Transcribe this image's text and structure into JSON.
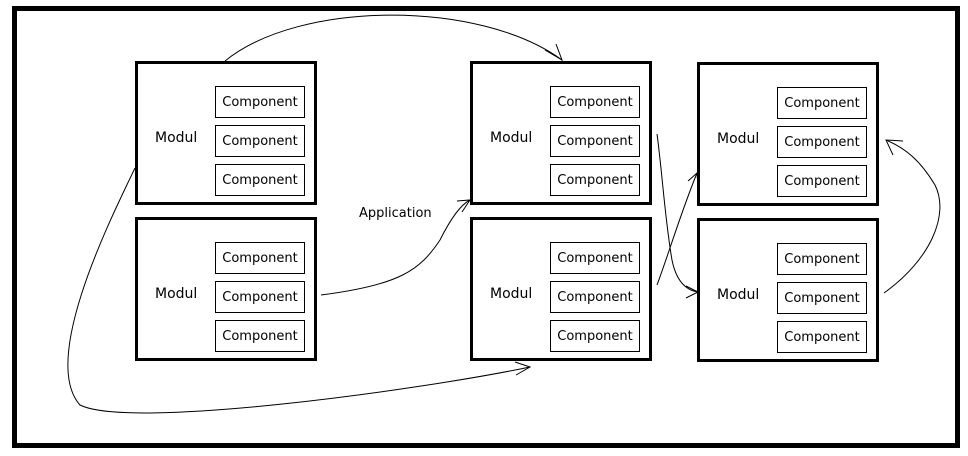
{
  "diagram": {
    "application_label": "Application",
    "modules": [
      {
        "id": "m1",
        "label": "Modul",
        "components": [
          "Component",
          "Component",
          "Component"
        ]
      },
      {
        "id": "m2",
        "label": "Modul",
        "components": [
          "Component",
          "Component",
          "Component"
        ]
      },
      {
        "id": "m3",
        "label": "Modul",
        "components": [
          "Component",
          "Component",
          "Component"
        ]
      },
      {
        "id": "m4",
        "label": "Modul",
        "components": [
          "Component",
          "Component",
          "Component"
        ]
      },
      {
        "id": "m5",
        "label": "Modul",
        "components": [
          "Component",
          "Component",
          "Component"
        ]
      },
      {
        "id": "m6",
        "label": "Modul",
        "components": [
          "Component",
          "Component",
          "Component"
        ]
      }
    ],
    "connections": [
      {
        "from": "m1",
        "to": "m3"
      },
      {
        "from": "m2",
        "to": "m3"
      },
      {
        "from": "m1",
        "to": "m4"
      },
      {
        "from": "m3",
        "to": "m6"
      },
      {
        "from": "m4",
        "to": "m5"
      },
      {
        "from": "m6",
        "to": "m5"
      }
    ]
  }
}
